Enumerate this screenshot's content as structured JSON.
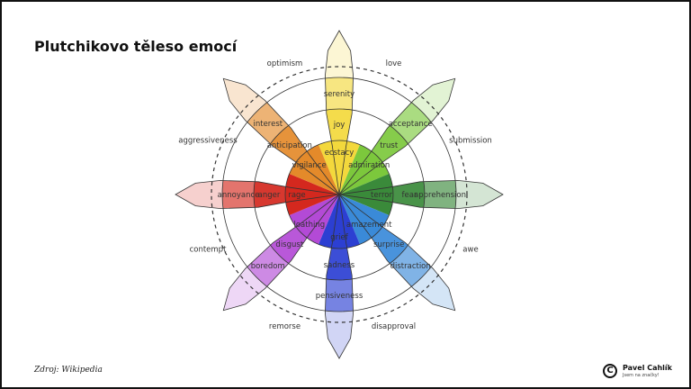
{
  "title": "Plutchikovo těleso emocí",
  "source": "Zdroj: Wikipedia",
  "brand": {
    "name": "Pavel Cahlík",
    "tagline": "Jsem na značky!",
    "logo_glyph": "C"
  },
  "wheel": {
    "petals": [
      {
        "color": "#f3d83c",
        "inner": "ecstacy",
        "middle": "joy",
        "outer": "serenity"
      },
      {
        "color": "#7cc83c",
        "inner": "admiration",
        "middle": "trust",
        "outer": "acceptance"
      },
      {
        "color": "#3a8a3a",
        "inner": "terror",
        "middle": "fear",
        "outer": "apprehension"
      },
      {
        "color": "#3a8ad8",
        "inner": "amazement",
        "middle": "surprise",
        "outer": "distraction"
      },
      {
        "color": "#2c3fd2",
        "inner": "grief",
        "middle": "sadness",
        "outer": "pensiveness"
      },
      {
        "color": "#b34ad6",
        "inner": "loathing",
        "middle": "disgust",
        "outer": "boredom"
      },
      {
        "color": "#d4281e",
        "inner": "rage",
        "middle": "anger",
        "outer": "annoyance"
      },
      {
        "color": "#e48a2a",
        "inner": "vigilance",
        "middle": "anticipation",
        "outer": "interest"
      }
    ],
    "dyads": [
      "love",
      "submission",
      "awe",
      "disapproval",
      "remorse",
      "contempt",
      "aggressiveness",
      "optimism"
    ]
  }
}
